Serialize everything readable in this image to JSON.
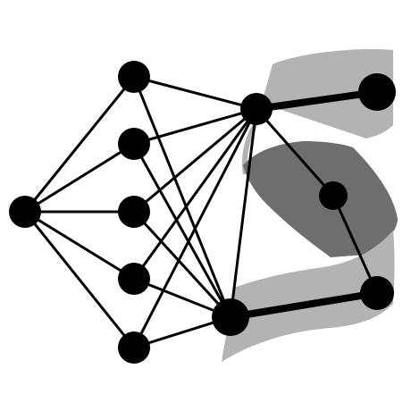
{
  "colors": {
    "background": "#ffffff",
    "node": "#000000",
    "edge": "#000000",
    "band_light": "#b3b3b3",
    "band_dark": "#6e6e6e"
  },
  "graph": {
    "nodes": [
      {
        "id": "input",
        "role": "source"
      },
      {
        "id": "h1"
      },
      {
        "id": "h2"
      },
      {
        "id": "h3"
      },
      {
        "id": "h4"
      },
      {
        "id": "h5"
      },
      {
        "id": "hub-top",
        "role": "hub"
      },
      {
        "id": "hub-bottom",
        "role": "hub"
      },
      {
        "id": "end-top-right"
      },
      {
        "id": "mid-right"
      },
      {
        "id": "end-bottom-right"
      }
    ],
    "edges": [
      [
        "input",
        "h1"
      ],
      [
        "input",
        "h2"
      ],
      [
        "input",
        "h3"
      ],
      [
        "input",
        "h4"
      ],
      [
        "input",
        "h5"
      ],
      [
        "h1",
        "hub-top"
      ],
      [
        "h2",
        "hub-top"
      ],
      [
        "h3",
        "hub-top"
      ],
      [
        "h4",
        "hub-top"
      ],
      [
        "h5",
        "hub-top"
      ],
      [
        "h1",
        "hub-bottom"
      ],
      [
        "h2",
        "hub-bottom"
      ],
      [
        "h3",
        "hub-bottom"
      ],
      [
        "h4",
        "hub-bottom"
      ],
      [
        "h5",
        "hub-bottom"
      ],
      [
        "hub-top",
        "hub-bottom"
      ],
      [
        "hub-top",
        "mid-right"
      ],
      [
        "mid-right",
        "end-bottom-right"
      ]
    ],
    "thick_edges": [
      [
        "hub-top",
        "end-top-right"
      ],
      [
        "hub-bottom",
        "end-bottom-right"
      ]
    ]
  }
}
